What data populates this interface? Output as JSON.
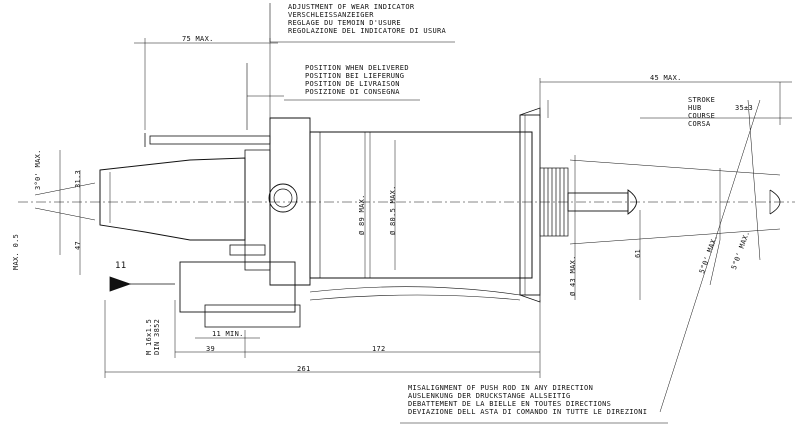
{
  "notes": {
    "wear_indicator": [
      "ADJUSTMENT OF WEAR INDICATOR",
      "VERSCHLEISSANZEIGER",
      "REGLAGE DU TEMOIN D'USURE",
      "REGOLAZIONE DEL INDICATORE DI USURA"
    ],
    "delivered_position": [
      "POSITION WHEN DELIVERED",
      "POSITION BEI LIEFERUNG",
      "POSITION DE LIVRAISON",
      "POSIZIONE DI CONSEGNA"
    ],
    "stroke": [
      "STROKE",
      "HUB",
      "COURSE",
      "CORSA"
    ],
    "stroke_value": "35±3",
    "misalignment": [
      "MISALIGNMENT OF PUSH ROD IN ANY DIRECTION",
      "AUSLENKUNG DER DRUCKSTANGE ALLSEITIG",
      "DEBATTEMENT DE LA BIELLE EN TOUTES DIRECTIONS",
      "DEVIAZIONE DELL ASTA DI COMANDO IN TUTTE LE DIREZIONI"
    ]
  },
  "dimensions": {
    "top_left": "75 MAX.",
    "right_max": "45 MAX.",
    "angle_left_top": "3°0' MAX.",
    "angle_left_bottom": "MAX. 0.5",
    "dim_31": "31.3",
    "dim_47": "47",
    "dia_89": "Ø 89 MAX.",
    "dia_80": "Ø 80.5 MAX.",
    "dia_43": "Ø 43 MAX.",
    "dim_61": "61",
    "angle_right_1": "5°0' MAX.",
    "angle_right_2": "5°0' MAX.",
    "dim_11_min": "11 MIN.",
    "dim_39": "39",
    "dim_172": "172",
    "dim_261": "261",
    "port_label": "11",
    "thread": [
      "M 16x1.5",
      "DIN 3852"
    ]
  }
}
